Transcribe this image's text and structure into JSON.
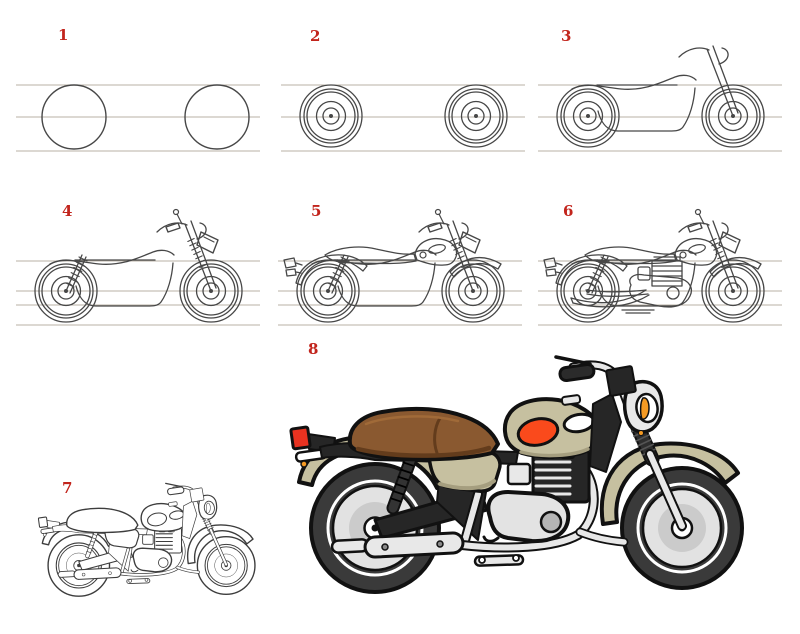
{
  "steps": [
    {
      "label": "1"
    },
    {
      "label": "2"
    },
    {
      "label": "3"
    },
    {
      "label": "4"
    },
    {
      "label": "5"
    },
    {
      "label": "6"
    },
    {
      "label": "7"
    },
    {
      "label": "8"
    }
  ],
  "colors": {
    "background": "#ffffff",
    "step_number": "#c2241c",
    "sketch_line": "#474747",
    "sketch_guide": "#b9b2a6",
    "bike": {
      "outline_ink": "#111111",
      "khaki": "#c6c0a0",
      "khaki_shade": "#a59e7f",
      "seat_brown": "#8a5930",
      "seat_shade": "#633c1c",
      "seat_highlight": "#a06a38",
      "badge_orange": "#fa4a1c",
      "taillight_red": "#e83220",
      "reflector_orange": "#f59a23",
      "tire": "#3a3a3a",
      "chrome": "#e8e8e8",
      "chrome_shade": "#b5b5b5",
      "dark_part": "#262626",
      "hub_disc": "#e2e2e2",
      "hub_ring": "#cbcbcb",
      "engine_case": "#e3e3e3",
      "white": "#ffffff"
    }
  }
}
